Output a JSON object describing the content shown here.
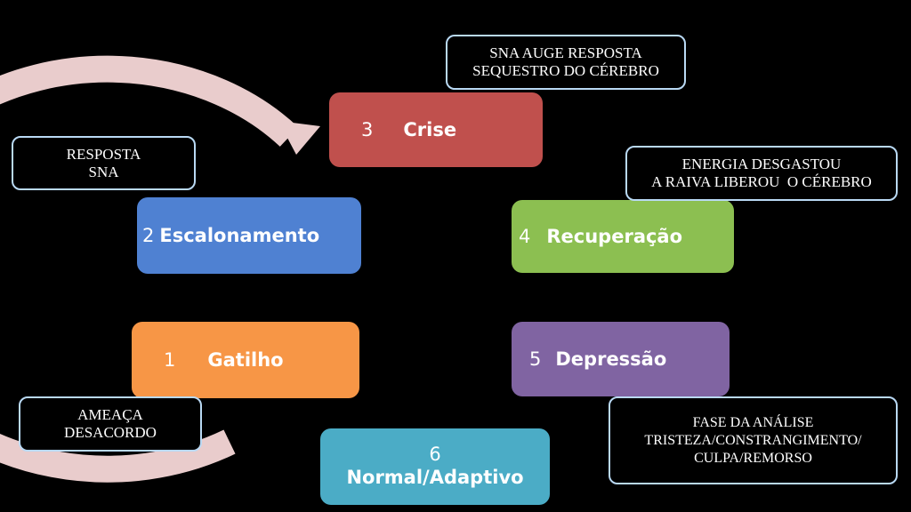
{
  "colors": {
    "ring": "#e9cccc",
    "crise": "#c0504d",
    "recuperacao": "#8cbf51",
    "depressao": "#8064a2",
    "normal": "#4bacc6",
    "gatilho": "#f79646",
    "escalonamento": "#4f81d2",
    "note_border": "#b9d9f4"
  },
  "stages": {
    "crise": {
      "num": "3",
      "label": "Crise"
    },
    "recuperacao": {
      "num": "4",
      "label": "Recuperação"
    },
    "depressao": {
      "num": "5",
      "label": "Depressão"
    },
    "normal": {
      "num": "6",
      "label": "Normal/Adaptivo"
    },
    "gatilho": {
      "num": "1",
      "label": "Gatilho"
    },
    "escalonamento": {
      "num": "2",
      "label": "Escalonamento"
    }
  },
  "notes": {
    "crise": [
      "SNA AUGE RESPOSTA",
      "SEQUESTRO DO CÉREBRO"
    ],
    "recuperacao": [
      "ENERGIA DESGASTOU",
      "A RAIVA LIBEROU  O CÉREBRO"
    ],
    "depressao": [
      "FASE DA ANÁLISE",
      "TRISTEZA/CONSTRANGIMENTO/",
      "CULPA/REMORSO"
    ],
    "gatilho": [
      "AMEAÇA",
      "DESACORDO"
    ],
    "escalonamento": [
      "RESPOSTA",
      "SNA"
    ]
  }
}
